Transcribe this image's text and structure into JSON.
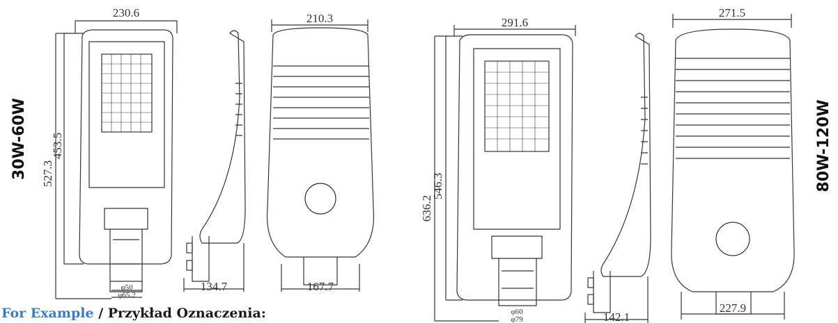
{
  "labels": {
    "left_model": "30W-60W",
    "right_model": "80W-120W",
    "example_prefix": "For Example",
    "example_suffix": " / Przykład Oznaczenia:"
  },
  "colors": {
    "accent": "#3b7ec0",
    "line": "#333333"
  },
  "small_model": {
    "front_width": "230.6",
    "total_length": "527.3",
    "body_length": "453.5",
    "side_depth": "134.7",
    "back_width": "210.3",
    "back_bottom": "167.7",
    "pole_inner": "φ50",
    "pole_outer": "φ65.2"
  },
  "large_model": {
    "front_width": "291.6",
    "total_length": "636.2",
    "body_length": "546.3",
    "side_depth": "142.1",
    "back_width": "271.5",
    "back_bottom": "227.9",
    "pole_inner": "φ60",
    "pole_outer": "φ79"
  }
}
